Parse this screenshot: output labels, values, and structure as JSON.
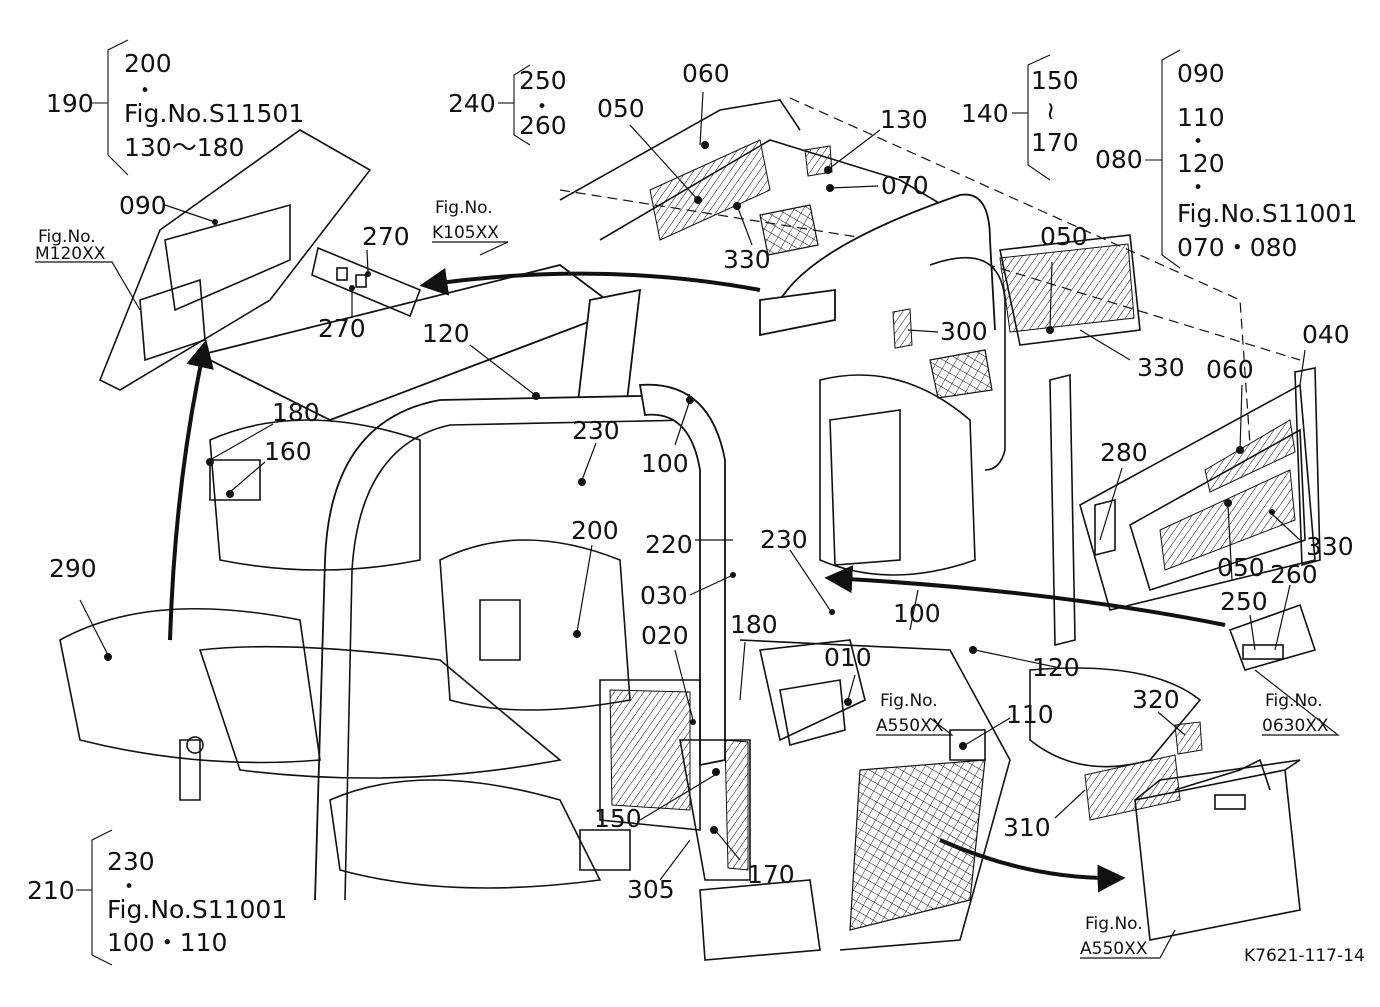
{
  "diagram": {
    "drawing_code": "K7621-117-14",
    "labels": [
      {
        "id": "l190",
        "text": "190"
      },
      {
        "id": "l200a",
        "text": "200"
      },
      {
        "id": "l200a_dot",
        "text": "•"
      },
      {
        "id": "lfig11501",
        "text": "Fig.No.S11501"
      },
      {
        "id": "l130_180",
        "text": "130～180"
      },
      {
        "id": "l240",
        "text": "240"
      },
      {
        "id": "l250a",
        "text": "250"
      },
      {
        "id": "l250a_dot",
        "text": "•"
      },
      {
        "id": "l260a",
        "text": "260"
      },
      {
        "id": "l060a",
        "text": "060"
      },
      {
        "id": "l050a",
        "text": "050"
      },
      {
        "id": "l130",
        "text": "130"
      },
      {
        "id": "l070",
        "text": "070"
      },
      {
        "id": "l140",
        "text": "140"
      },
      {
        "id": "l150a",
        "text": "150"
      },
      {
        "id": "ltilde",
        "text": "≀"
      },
      {
        "id": "l170a",
        "text": "170"
      },
      {
        "id": "l080",
        "text": "080"
      },
      {
        "id": "l090b",
        "text": "090"
      },
      {
        "id": "l110a",
        "text": "110"
      },
      {
        "id": "l110a_dot",
        "text": "•"
      },
      {
        "id": "l120a",
        "text": "120"
      },
      {
        "id": "l120a_dot",
        "text": "•"
      },
      {
        "id": "lfig11001a",
        "text": "Fig.No.S11001"
      },
      {
        "id": "l070_080",
        "text": "070・080"
      },
      {
        "id": "l090a",
        "text": "090"
      },
      {
        "id": "l330a",
        "text": "330"
      },
      {
        "id": "l270a",
        "text": "270"
      },
      {
        "id": "l270b",
        "text": "270"
      },
      {
        "id": "l120b",
        "text": "120"
      },
      {
        "id": "l050b",
        "text": "050"
      },
      {
        "id": "l300",
        "text": "300"
      },
      {
        "id": "l330b",
        "text": "330"
      },
      {
        "id": "l060b",
        "text": "060"
      },
      {
        "id": "l040",
        "text": "040"
      },
      {
        "id": "l180a",
        "text": "180"
      },
      {
        "id": "l160",
        "text": "160"
      },
      {
        "id": "l230a",
        "text": "230"
      },
      {
        "id": "l100a",
        "text": "100"
      },
      {
        "id": "l280",
        "text": "280"
      },
      {
        "id": "l330c",
        "text": "330"
      },
      {
        "id": "l200b",
        "text": "200"
      },
      {
        "id": "l220",
        "text": "220"
      },
      {
        "id": "l230b",
        "text": "230"
      },
      {
        "id": "l050c",
        "text": "050"
      },
      {
        "id": "l260b",
        "text": "260"
      },
      {
        "id": "l290",
        "text": "290"
      },
      {
        "id": "l030",
        "text": "030"
      },
      {
        "id": "l250b",
        "text": "250"
      },
      {
        "id": "l020",
        "text": "020"
      },
      {
        "id": "l180b",
        "text": "180"
      },
      {
        "id": "l100b",
        "text": "100"
      },
      {
        "id": "l010",
        "text": "010"
      },
      {
        "id": "l120c",
        "text": "120"
      },
      {
        "id": "l110b",
        "text": "110"
      },
      {
        "id": "l320",
        "text": "320"
      },
      {
        "id": "l150b",
        "text": "150"
      },
      {
        "id": "l310",
        "text": "310"
      },
      {
        "id": "l170b",
        "text": "170"
      },
      {
        "id": "l305",
        "text": "305"
      },
      {
        "id": "l210",
        "text": "210"
      },
      {
        "id": "l230c",
        "text": "230"
      },
      {
        "id": "l230c_dot",
        "text": "•"
      },
      {
        "id": "lfig11001b",
        "text": "Fig.No.S11001"
      },
      {
        "id": "l100_110",
        "text": "100・110"
      }
    ],
    "fig_refs": [
      {
        "id": "rM120",
        "line1": "Fig.No.",
        "line2": "M120XX"
      },
      {
        "id": "rK105",
        "line1": "Fig.No.",
        "line2": "K105XX"
      },
      {
        "id": "rA550a",
        "line1": "Fig.No.",
        "line2": "A550XX"
      },
      {
        "id": "r0630",
        "line1": "Fig.No.",
        "line2": "0630XX"
      },
      {
        "id": "rA550b",
        "line1": "Fig.No.",
        "line2": "A550XX"
      }
    ]
  }
}
